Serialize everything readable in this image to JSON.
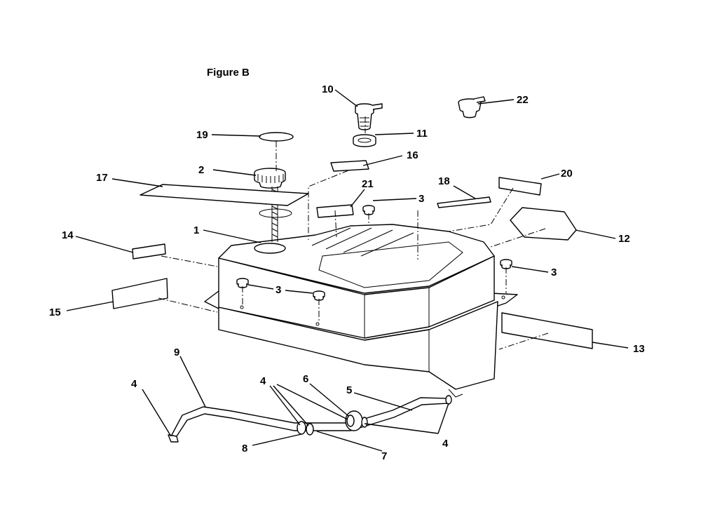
{
  "figure": {
    "title": "Figure B"
  },
  "callouts": [
    {
      "id": "c1",
      "text": "1"
    },
    {
      "id": "c2",
      "text": "2"
    },
    {
      "id": "c3a",
      "text": "3"
    },
    {
      "id": "c3b",
      "text": "3"
    },
    {
      "id": "c3c",
      "text": "3"
    },
    {
      "id": "c4a",
      "text": "4"
    },
    {
      "id": "c4b",
      "text": "4"
    },
    {
      "id": "c4c",
      "text": "4"
    },
    {
      "id": "c5",
      "text": "5"
    },
    {
      "id": "c6",
      "text": "6"
    },
    {
      "id": "c7",
      "text": "7"
    },
    {
      "id": "c8",
      "text": "8"
    },
    {
      "id": "c9",
      "text": "9"
    },
    {
      "id": "c10",
      "text": "10"
    },
    {
      "id": "c11",
      "text": "11"
    },
    {
      "id": "c12",
      "text": "12"
    },
    {
      "id": "c13",
      "text": "13"
    },
    {
      "id": "c14",
      "text": "14"
    },
    {
      "id": "c15",
      "text": "15"
    },
    {
      "id": "c16",
      "text": "16"
    },
    {
      "id": "c17",
      "text": "17"
    },
    {
      "id": "c18",
      "text": "18"
    },
    {
      "id": "c19",
      "text": "19"
    },
    {
      "id": "c20",
      "text": "20"
    },
    {
      "id": "c21",
      "text": "21"
    },
    {
      "id": "c22",
      "text": "22"
    }
  ]
}
